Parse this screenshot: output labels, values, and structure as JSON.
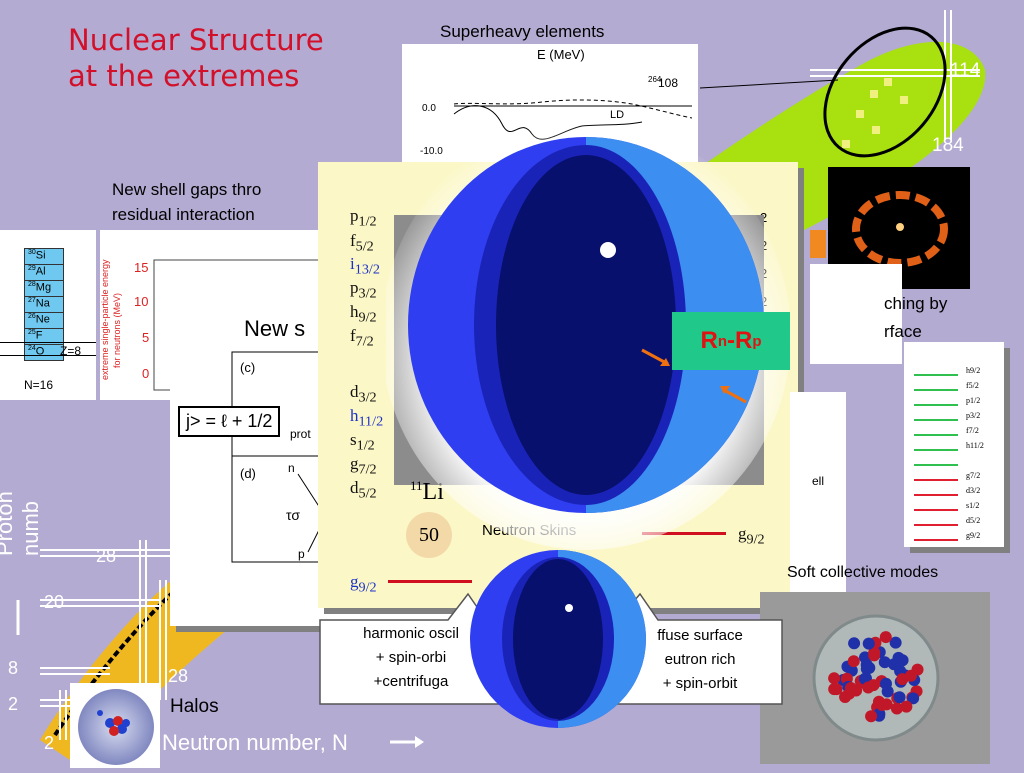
{
  "title": {
    "line1": "Nuclear Structure",
    "line2": "at the extremes"
  },
  "labels": {
    "superheavy": "Superheavy elements",
    "shell_gaps_l1": "New shell gaps thro",
    "shell_gaps_l2": "residual interaction",
    "quenching_l1": "ching by",
    "quenching_l2": "rface",
    "soft_modes": "Soft collective modes",
    "halos": "Halos",
    "neutron_skins": "Neutron Skins",
    "rn_rp": "R",
    "rn_sub_n": "n",
    "rn_dash": "-R",
    "rn_sub_p": "p",
    "new_s": "New s",
    "j_box": "j> = ℓ + 1/2",
    "li": "Li",
    "li_mass": "11",
    "fifty": "50",
    "harmonic": [
      "harmonic oscil",
      "+ spin-orbi",
      "+centrifuga"
    ],
    "diffuse": [
      "ffuse surface",
      "eutron rich",
      "+ spin-orbit"
    ]
  },
  "chart_axes": {
    "proton_axis": "Proton numb",
    "neutron_axis": "Neutron number, N",
    "magic_114": "114",
    "magic_184": "184",
    "magic_28_top": "28",
    "magic_20": "20",
    "magic_8": "8",
    "magic_2_left": "2",
    "magic_28_bottom": "28",
    "magic_2_bottom": "2"
  },
  "superheavy_plot": {
    "ylabel": "E (MeV)",
    "y0": "0.0",
    "y1": "-10.0",
    "element": "108",
    "mass": "264",
    "ld": "LD"
  },
  "energy_plot": {
    "ylabel_l1": "extreme single-particle energy",
    "ylabel_l2": "for neutrons (MeV)",
    "ticks": [
      "15",
      "10",
      "5",
      "0"
    ]
  },
  "isotopes": {
    "rows": [
      [
        "30",
        "Si"
      ],
      [
        "29",
        "Al"
      ],
      [
        "28",
        "Mg"
      ],
      [
        "27",
        "Na"
      ],
      [
        "26",
        "Ne"
      ],
      [
        "25",
        "F"
      ],
      [
        "24",
        "O"
      ]
    ],
    "z_label": "Z=8",
    "n_label": "N=16"
  },
  "diagram": {
    "c": "(c)",
    "d": "(d)",
    "prot": "prot",
    "n": "n",
    "p": "p",
    "tau": "τσ"
  },
  "orbitals_left": [
    {
      "name": "p",
      "sub": "1/2"
    },
    {
      "name": "f",
      "sub": "5/2"
    },
    {
      "name": "i",
      "sub": "13/2",
      "blue": true
    },
    {
      "name": "p",
      "sub": "3/2"
    },
    {
      "name": "h",
      "sub": "9/2"
    },
    {
      "name": "f",
      "sub": "7/2"
    },
    {
      "name": "d",
      "sub": "3/2"
    },
    {
      "name": "h",
      "sub": "11/2",
      "blue": true
    },
    {
      "name": "s",
      "sub": "1/2"
    },
    {
      "name": "g",
      "sub": "7/2"
    },
    {
      "name": "d",
      "sub": "5/2"
    }
  ],
  "orbital_g92_left": {
    "name": "g",
    "sub": "9/2"
  },
  "orbital_g92_right": {
    "name": "g",
    "sub": "9/2"
  },
  "orbitals_right_small": [
    "h9/2",
    "f5/2",
    "p1/2",
    "p3/2",
    "f7/2",
    "h11/2",
    "",
    "g7/2",
    "d3/2",
    "s1/2",
    "d5/2",
    "g9/2"
  ],
  "right_edge_digits": [
    "2",
    "2",
    "2",
    "2",
    "2"
  ],
  "ell_label": "ell"
}
